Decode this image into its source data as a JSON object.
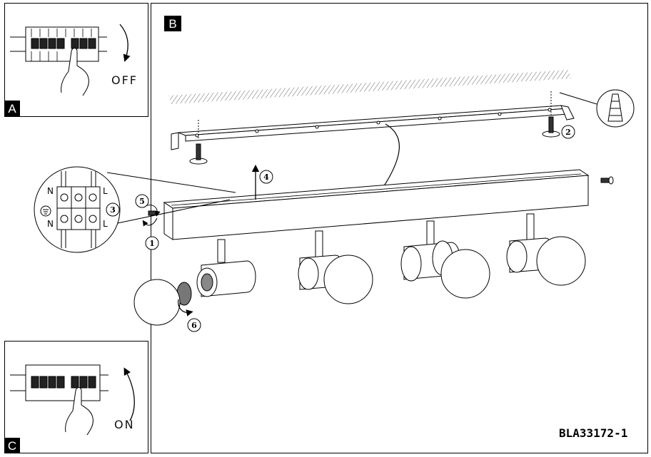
{
  "panels": {
    "a": {
      "label": "A",
      "state": "OFF"
    },
    "b": {
      "label": "B"
    },
    "c": {
      "label": "C",
      "state": "ON"
    }
  },
  "steps": [
    "1",
    "2",
    "3",
    "4",
    "5",
    "6"
  ],
  "terminals": {
    "neutral_top": "N",
    "neutral_bottom": "N",
    "live_top": "L",
    "live_bottom": "L"
  },
  "product_code": "BLA33172-1"
}
